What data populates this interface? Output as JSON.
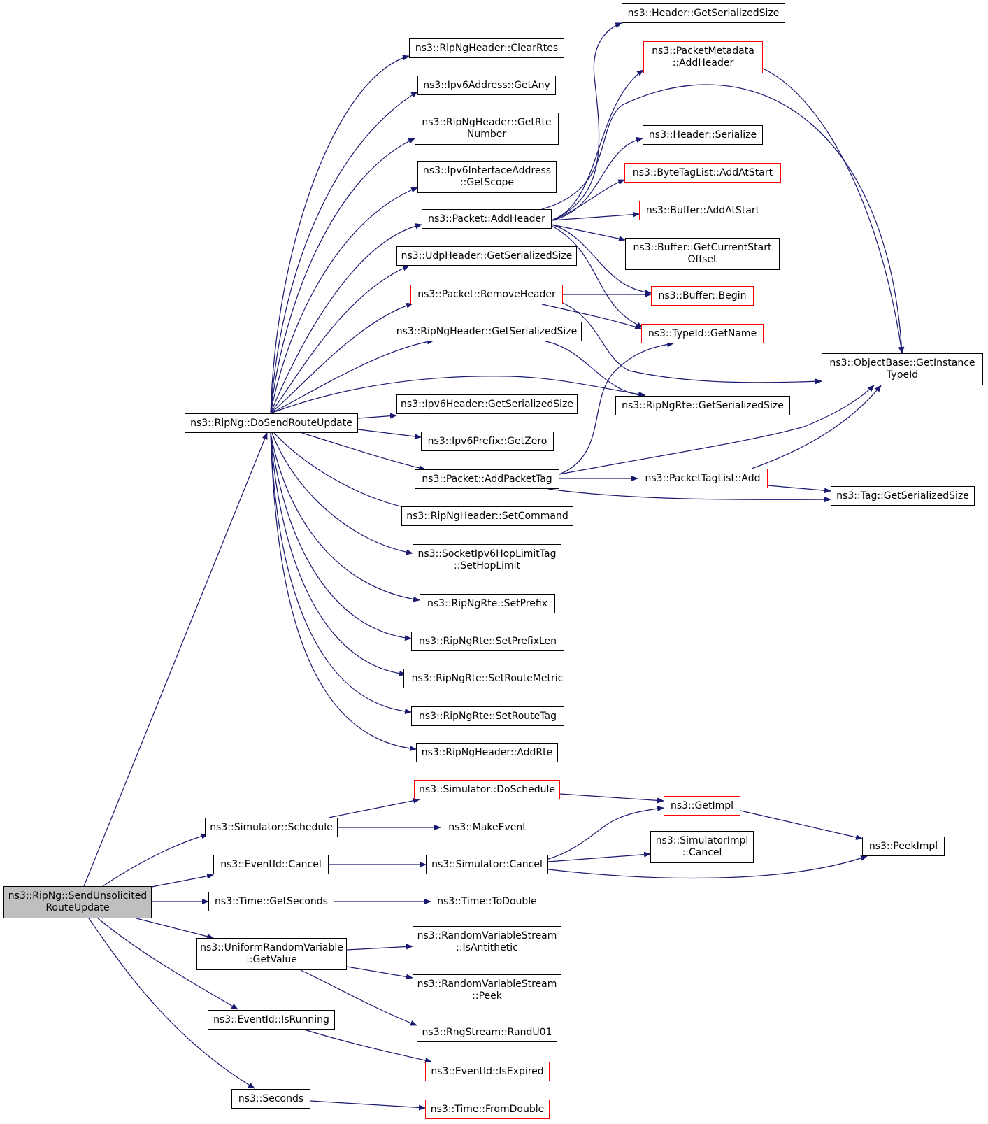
{
  "graph": {
    "edge_color": "#191970",
    "node_border_default": "#000000",
    "node_border_incomplete": "#ff0000",
    "root_fill": "#bfbfbf"
  },
  "nodes": {
    "root": "ns3::RipNg::SendUnsolicited\nRouteUpdate",
    "do_send": "ns3::RipNg::DoSendRouteUpdate",
    "clear_rtes": "ns3::RipNgHeader::ClearRtes",
    "ipv6_get_any": "ns3::Ipv6Address::GetAny",
    "get_rte_number": "ns3::RipNgHeader::GetRte\nNumber",
    "ipv6if_get_scope": "ns3::Ipv6InterfaceAddress\n::GetScope",
    "packet_add_header": "ns3::Packet::AddHeader",
    "udp_get_ser": "ns3::UdpHeader::GetSerializedSize",
    "packet_remove_header": "ns3::Packet::RemoveHeader",
    "ripng_hdr_get_ser": "ns3::RipNgHeader::GetSerializedSize",
    "ipv6hdr_get_ser": "ns3::Ipv6Header::GetSerializedSize",
    "ipv6prefix_zero": "ns3::Ipv6Prefix::GetZero",
    "packet_add_tag": "ns3::Packet::AddPacketTag",
    "set_command": "ns3::RipNgHeader::SetCommand",
    "set_hop_limit": "ns3::SocketIpv6HopLimitTag\n::SetHopLimit",
    "set_prefix": "ns3::RipNgRte::SetPrefix",
    "set_prefix_len": "ns3::RipNgRte::SetPrefixLen",
    "set_route_metric": "ns3::RipNgRte::SetRouteMetric",
    "set_route_tag": "ns3::RipNgRte::SetRouteTag",
    "add_rte": "ns3::RipNgHeader::AddRte",
    "header_get_ser": "ns3::Header::GetSerializedSize",
    "pm_add_header": "ns3::PacketMetadata\n::AddHeader",
    "header_serialize": "ns3::Header::Serialize",
    "btl_add_at_start": "ns3::ByteTagList::AddAtStart",
    "buffer_add_at_start": "ns3::Buffer::AddAtStart",
    "buffer_cur_start": "ns3::Buffer::GetCurrentStart\nOffset",
    "buffer_begin": "ns3::Buffer::Begin",
    "typeid_get_name": "ns3::TypeId::GetName",
    "ob_get_instance": "ns3::ObjectBase::GetInstance\nTypeId",
    "rte_get_ser": "ns3::RipNgRte::GetSerializedSize",
    "ptl_add": "ns3::PacketTagList::Add",
    "tag_get_ser": "ns3::Tag::GetSerializedSize",
    "sim_schedule": "ns3::Simulator::Schedule",
    "sim_do_schedule": "ns3::Simulator::DoSchedule",
    "make_event": "ns3::MakeEvent",
    "get_impl": "ns3::GetImpl",
    "peek_impl": "ns3::PeekImpl",
    "eventid_cancel": "ns3::EventId::Cancel",
    "sim_cancel": "ns3::Simulator::Cancel",
    "simimpl_cancel": "ns3::SimulatorImpl\n::Cancel",
    "time_get_seconds": "ns3::Time::GetSeconds",
    "time_to_double": "ns3::Time::ToDouble",
    "urv_get_value": "ns3::UniformRandomVariable\n::GetValue",
    "rvs_is_antithetic": "ns3::RandomVariableStream\n::IsAntithetic",
    "rvs_peek": "ns3::RandomVariableStream\n::Peek",
    "rng_rand_u01": "ns3::RngStream::RandU01",
    "eventid_is_running": "ns3::EventId::IsRunning",
    "eventid_is_expired": "ns3::EventId::IsExpired",
    "seconds": "ns3::Seconds",
    "time_from_double": "ns3::Time::FromDouble"
  }
}
